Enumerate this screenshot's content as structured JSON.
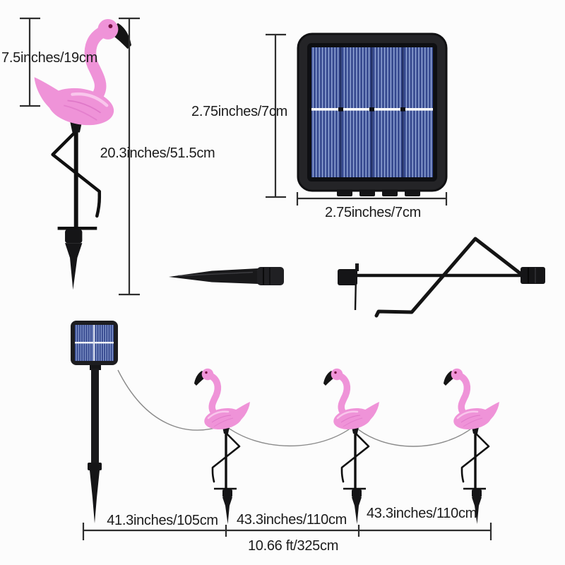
{
  "labels": {
    "flamingo_height": "7.5inches/19cm",
    "total_height": "20.3inches/51.5cm",
    "panel_height": "2.75inches/7cm",
    "panel_width": "2.75inches/7cm",
    "segment_1": "41.3inches/105cm",
    "segment_2": "43.3inches/110cm",
    "segment_3": "43.3inches/110cm",
    "total_length": "10.66 ft/325cm"
  },
  "figures": {
    "flamingo_stake_light": "pink flamingo solar stake light",
    "solar_panel": "square solar panel",
    "ground_spike": "ground spike",
    "mounting_bracket": "stake bracket",
    "string_set": "solar panel with three flamingo lights connected by wire",
    "flamingo_count_in_row": 3
  },
  "colors": {
    "background": "#fcfcfc",
    "text_color": "#1c1c1c",
    "dimension_line": "#2e2e2e",
    "flamingo_pink": "#ef93d8",
    "flamingo_pink_light": "#f9c6ec",
    "flamingo_pink_dark": "#d96cc2",
    "beak_black": "#141414",
    "eye_magenta": "#731140",
    "panel_blue": "#35488e",
    "panel_blue_light": "#9cb0de",
    "frame_black": "#242427",
    "metal_black": "#151517",
    "wire_gray": "#8a8a8a",
    "panel_line_white": "#fafafa"
  }
}
